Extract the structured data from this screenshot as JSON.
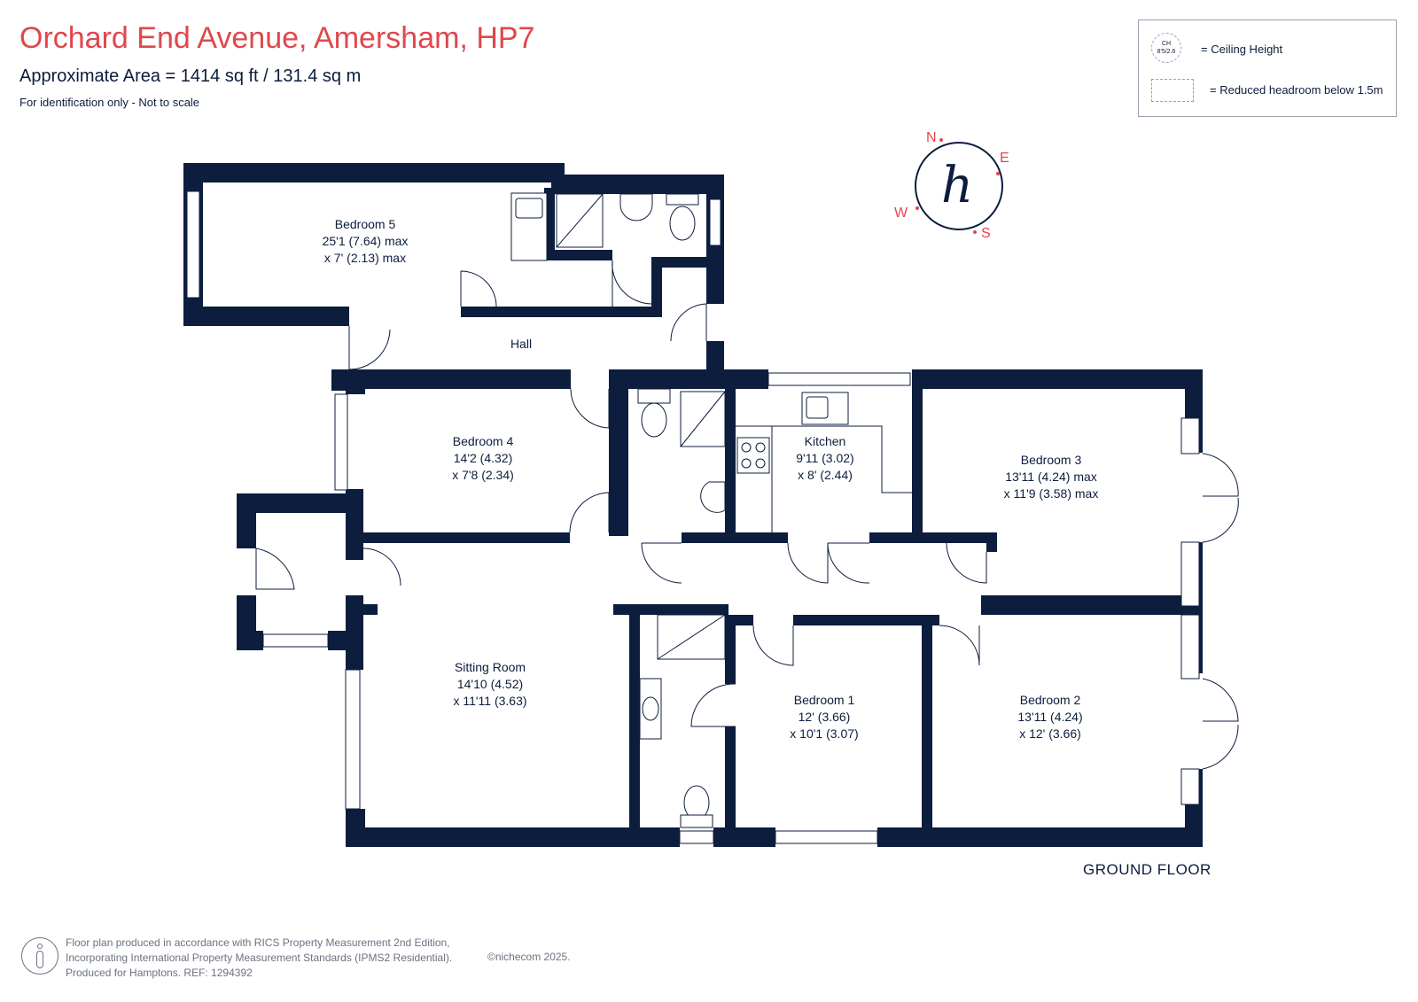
{
  "header": {
    "title": "Orchard End Avenue, Amersham, HP7",
    "area": "Approximate Area = 1414 sq ft / 131.4 sq m",
    "disclaimer": "For identification only - Not to scale"
  },
  "legend": {
    "ceiling_symbol_line1": "CH",
    "ceiling_symbol_line2": "8'5/2.6",
    "ceiling_label": "= Ceiling Height",
    "reduced_label": "= Reduced headroom below 1.5m"
  },
  "compass": {
    "n": "N",
    "e": "E",
    "s": "S",
    "w": "W",
    "logo_letter": "h",
    "color": "#e0474c"
  },
  "rooms": {
    "bedroom5": {
      "name": "Bedroom 5",
      "dim1": "25'1 (7.64) max",
      "dim2": "x 7' (2.13) max"
    },
    "hall": {
      "name": "Hall"
    },
    "bedroom4": {
      "name": "Bedroom 4",
      "dim1": "14'2 (4.32)",
      "dim2": "x 7'8 (2.34)"
    },
    "kitchen": {
      "name": "Kitchen",
      "dim1": "9'11 (3.02)",
      "dim2": "x 8' (2.44)"
    },
    "bedroom3": {
      "name": "Bedroom 3",
      "dim1": "13'11 (4.24) max",
      "dim2": "x 11'9 (3.58) max"
    },
    "sitting": {
      "name": "Sitting Room",
      "dim1": "14'10 (4.52)",
      "dim2": "x 11'11 (3.63)"
    },
    "bedroom1": {
      "name": "Bedroom 1",
      "dim1": "12' (3.66)",
      "dim2": "x 10'1 (3.07)"
    },
    "bedroom2": {
      "name": "Bedroom 2",
      "dim1": "13'11 (4.24)",
      "dim2": "x 12' (3.66)"
    }
  },
  "floor_label": "GROUND FLOOR",
  "footer": {
    "line1": "Floor plan produced in accordance with RICS Property Measurement 2nd Edition,",
    "line2": "Incorporating International Property Measurement Standards (IPMS2 Residential).",
    "line3": "Produced for Hamptons.  REF: 1294392",
    "copyright": "©nichecom 2025."
  },
  "colors": {
    "wall": "#0c1d3d",
    "title": "#e0474c"
  }
}
